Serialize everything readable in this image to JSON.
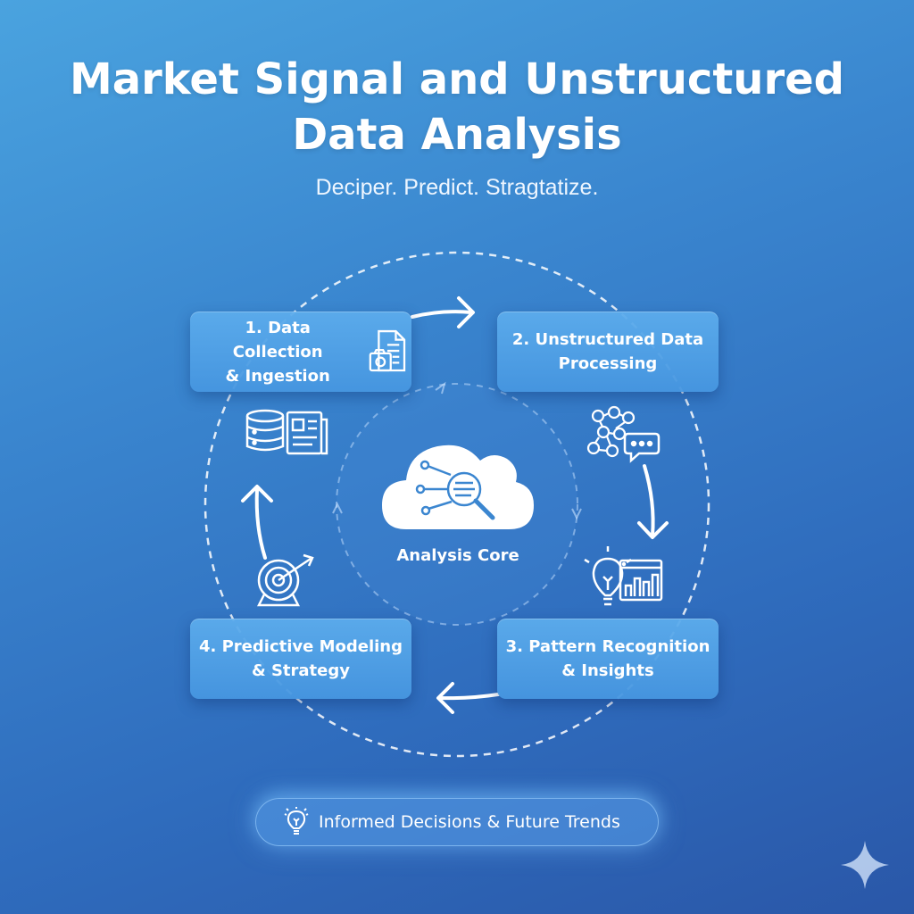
{
  "header": {
    "title": "Market Signal and Unstructured\nData Analysis",
    "subtitle": "Deciper. Predict. Stragtatize."
  },
  "steps": [
    {
      "label": "1. Data Collection\n& Ingestion",
      "icons": [
        "document-camera-icon",
        "database-icon",
        "newspaper-icon"
      ]
    },
    {
      "label": "2. Unstructured Data\nProcessing",
      "icons": [
        "network-nodes-icon",
        "chat-bubble-icon"
      ]
    },
    {
      "label": "3. Pattern Recognition\n& Insights",
      "icons": [
        "lightbulb-icon",
        "bar-chart-window-icon"
      ]
    },
    {
      "label": "4. Predictive Modeling\n& Strategy",
      "icons": [
        "target-arrow-icon"
      ]
    }
  ],
  "core": {
    "label": "Analysis Core",
    "icon": "cloud-magnifier-icon"
  },
  "banner": {
    "label": "Informed Decisions & Future Trends",
    "icon": "lightbulb-icon"
  },
  "colors": {
    "background_top": "#4aa3df",
    "background_bottom": "#2a57a8",
    "box": "#5aaaec",
    "text": "#ffffff"
  }
}
